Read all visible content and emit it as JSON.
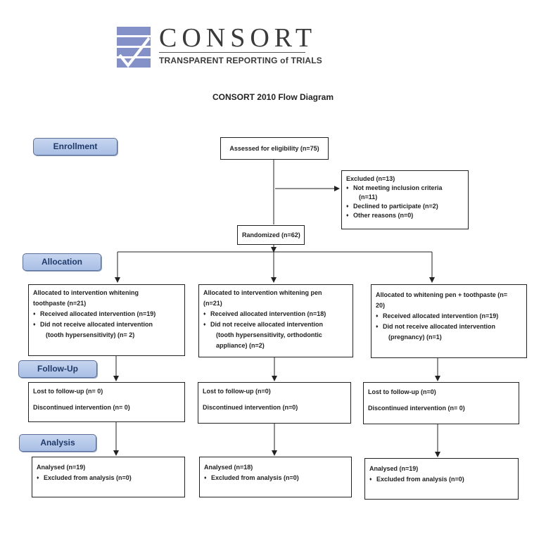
{
  "logo": {
    "word": "CONSORT",
    "tagline": "TRANSPARENT REPORTING of TRIALS",
    "color": "#8391c8"
  },
  "title": "CONSORT 2010 Flow Diagram",
  "stages": {
    "enrollment": "Enrollment",
    "allocation": "Allocation",
    "followup": "Follow-Up",
    "analysis": "Analysis"
  },
  "assessed": "Assessed for eligibility (n=75)",
  "excluded": {
    "title": "Excluded (n=13)",
    "items": [
      "Not meeting inclusion criteria",
      "(n=11)",
      "Declined to participate (n=2)",
      "Other reasons (n=0)"
    ]
  },
  "randomized": "Randomized (n=62)",
  "allocation": [
    {
      "title1": "Allocated to intervention whitening",
      "title2": "toothpaste (n=21)",
      "received": "Received allocated intervention (n=19)",
      "not_received1": "Did not receive allocated intervention",
      "not_received2": "(tooth hypersensitivity) (n= 2)",
      "not_received3": ""
    },
    {
      "title1": "Allocated to intervention whitening pen",
      "title2": "(n=21)",
      "received": "Received allocated intervention (n=18)",
      "not_received1": "Did not receive allocated intervention",
      "not_received2": "(tooth hypersensitivity, orthodontic",
      "not_received3": "appliance) (n=2)"
    },
    {
      "title1": "Allocated to whitening pen + toothpaste (n=",
      "title2": "20)",
      "received": "Received allocated intervention (n=19)",
      "not_received1": "Did not receive allocated intervention",
      "not_received2": "(pregnancy) (n=1)",
      "not_received3": ""
    }
  ],
  "followup": [
    {
      "lost": "Lost to follow-up (n= 0)",
      "discontinued": "Discontinued intervention (n= 0)"
    },
    {
      "lost": "Lost to follow-up (n=0)",
      "discontinued": "Discontinued intervention (n=0)"
    },
    {
      "lost": "Lost to follow-up (n=0)",
      "discontinued": "Discontinued intervention (n= 0)"
    }
  ],
  "analysis": [
    {
      "analysed": "Analysed (n=19)",
      "excluded": "Excluded from analysis (n=0)"
    },
    {
      "analysed": "Analysed (n=18)",
      "excluded": "Excluded from analysis (n=0)"
    },
    {
      "analysed": "Analysed (n=19)",
      "excluded": "Excluded from analysis (n=0)"
    }
  ]
}
